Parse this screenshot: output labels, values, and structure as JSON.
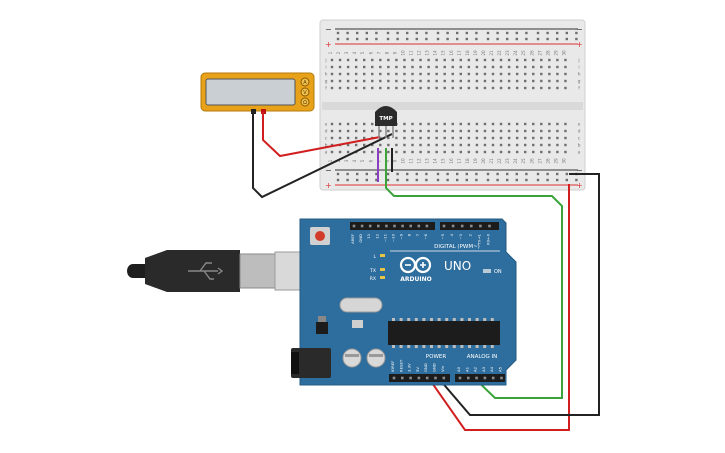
{
  "breadboard": {
    "column_numbers": [
      "1",
      "2",
      "3",
      "4",
      "5",
      "6",
      "7",
      "8",
      "9",
      "10",
      "11",
      "12",
      "13",
      "14",
      "15",
      "16",
      "17",
      "18",
      "19",
      "20",
      "21",
      "22",
      "23",
      "24",
      "25",
      "26",
      "27",
      "28",
      "29",
      "30"
    ],
    "row_letters_top": [
      "j",
      "i",
      "h",
      "g",
      "f"
    ],
    "row_letters_bottom": [
      "e",
      "d",
      "c",
      "b",
      "a"
    ],
    "rail_minus": "−",
    "rail_plus": "+"
  },
  "sensor": {
    "label": "TMP"
  },
  "multimeter": {
    "dial_labels": [
      "A",
      "V",
      "Ω"
    ]
  },
  "arduino": {
    "brand": "ARDUINO",
    "model": "UNO",
    "on_label": "ON",
    "led_labels": [
      "L",
      "TX",
      "RX"
    ],
    "digital_header_label": "DIGITAL (PWM~)",
    "top_pin_labels": [
      "AREF",
      "GND",
      "13",
      "12",
      "~11",
      "~10",
      "~9",
      "8",
      "7",
      "~6",
      "~5",
      "4",
      "~3",
      "2",
      "TX→1",
      "RX←0"
    ],
    "power_label": "POWER",
    "analog_label": "ANALOG IN",
    "power_pin_labels": [
      "IOREF",
      "RESET",
      "3.3V",
      "5V",
      "GND",
      "GND",
      "Vin"
    ],
    "analog_pin_labels": [
      "A0",
      "A1",
      "A2",
      "A3",
      "A4",
      "A5"
    ]
  },
  "colors": {
    "board": "#2e6e9e",
    "breadboard": "#e8e8e8",
    "wire_red": "#d11f1f",
    "wire_black": "#222222",
    "wire_green": "#3aa33a",
    "wire_purple": "#8a3fc0",
    "meter_body": "#e8a21a"
  }
}
